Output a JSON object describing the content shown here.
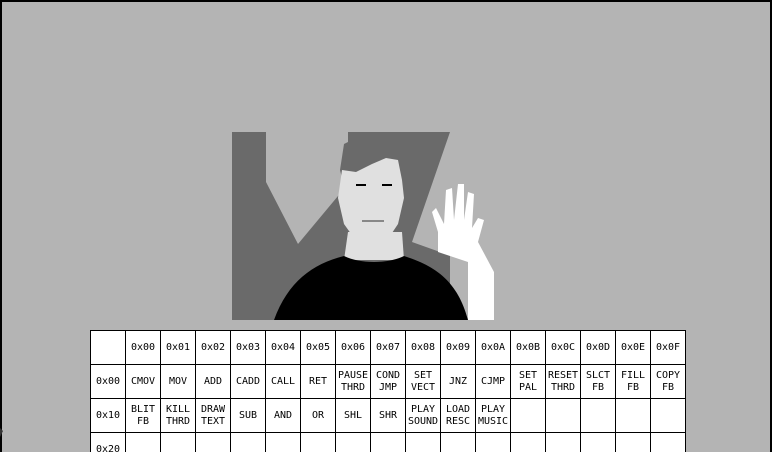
{
  "colors": {
    "background": "#b4b4b4",
    "table_bg": "#ffffff",
    "frame_dark": "#6a6a6a",
    "frame_light": "#ffffff",
    "frame_black": "#000000",
    "skin": "#e0e0e0"
  },
  "frame": {
    "description_icon": "waving-person-image"
  },
  "table": {
    "col_headers": [
      "0x00",
      "0x01",
      "0x02",
      "0x03",
      "0x04",
      "0x05",
      "0x06",
      "0x07",
      "0x08",
      "0x09",
      "0x0A",
      "0x0B",
      "0x0C",
      "0x0D",
      "0x0E",
      "0x0F"
    ],
    "rows": [
      {
        "header": "0x00",
        "cells": [
          "CMOV",
          "MOV",
          "ADD",
          "CADD",
          "CALL",
          "RET",
          "PAUSE\nTHRD",
          "COND\nJMP",
          "SET\nVECT",
          "JNZ",
          "CJMP",
          "SET\nPAL",
          "RESET\nTHRD",
          "SLCT\nFB",
          "FILL\nFB",
          "COPY\nFB"
        ]
      },
      {
        "header": "0x10",
        "cells": [
          "BLIT\nFB",
          "KILL\nTHRD",
          "DRAW\nTEXT",
          "SUB",
          "AND",
          "OR",
          "SHL",
          "SHR",
          "PLAY\nSOUND",
          "LOAD\nRESC",
          "PLAY\nMUSIC",
          "",
          "",
          "",
          "",
          ""
        ]
      },
      {
        "header": "0x20",
        "cells": [
          "",
          "",
          "",
          "",
          "",
          "",
          "",
          "",
          "",
          "",
          "",
          "",
          "",
          "",
          "",
          ""
        ]
      }
    ]
  }
}
